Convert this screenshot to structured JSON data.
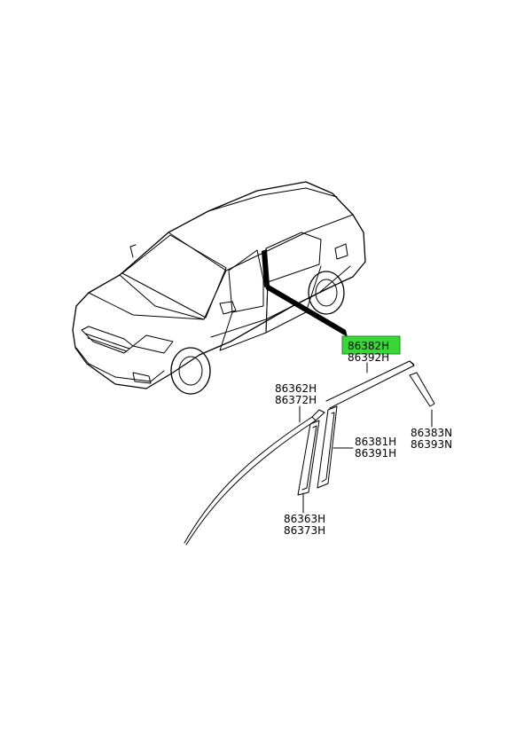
{
  "highlight_color": "#39d539",
  "parts": {
    "p86382H": "86382H",
    "p86392H": "86392H",
    "p86362H": "86362H",
    "p86372H": "86372H",
    "p86381H": "86381H",
    "p86391H": "86391H",
    "p86383N": "86383N",
    "p86393N": "86393N",
    "p86363H": "86363H",
    "p86373H": "86373H"
  }
}
